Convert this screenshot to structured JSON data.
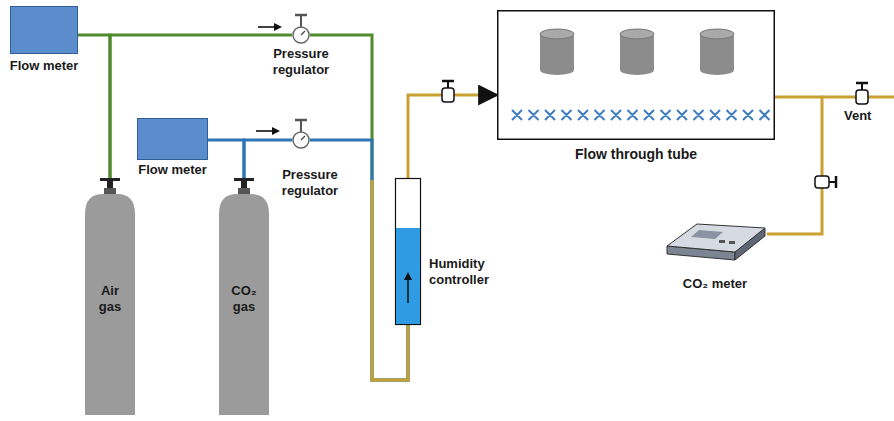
{
  "diagram": {
    "nodes": [
      {
        "text": [
          "Flow meter"
        ]
      },
      {
        "text": [
          "Flow meter"
        ]
      },
      {
        "text": [
          "Pressure regulator"
        ]
      },
      {
        "text": [
          "Pressure regulator"
        ]
      },
      {
        "text": [
          "Air gas"
        ]
      },
      {
        "text": [
          "CO₂ gas"
        ]
      },
      {
        "text": [
          "Humidity controller"
        ]
      },
      {
        "text": [
          "Flow through tube"
        ]
      },
      {
        "text": [
          "CO₂ meter"
        ]
      }
    ],
    "edges": [
      {
        "from": 4,
        "to": 0,
        "arrow": "none"
      },
      {
        "from": 4,
        "to": 2,
        "arrow": "none"
      },
      {
        "from": 5,
        "to": 1,
        "arrow": "none"
      },
      {
        "from": 5,
        "to": 3,
        "arrow": "none"
      },
      {
        "from": 2,
        "to": 6,
        "arrow": "none"
      },
      {
        "from": 3,
        "to": 6,
        "arrow": "none"
      },
      {
        "from": 6,
        "to": 7,
        "arrow": "to"
      },
      {
        "from": 7,
        "to": 8,
        "arrow": "none"
      }
    ],
    "labels": [
      "Vent"
    ]
  }
}
